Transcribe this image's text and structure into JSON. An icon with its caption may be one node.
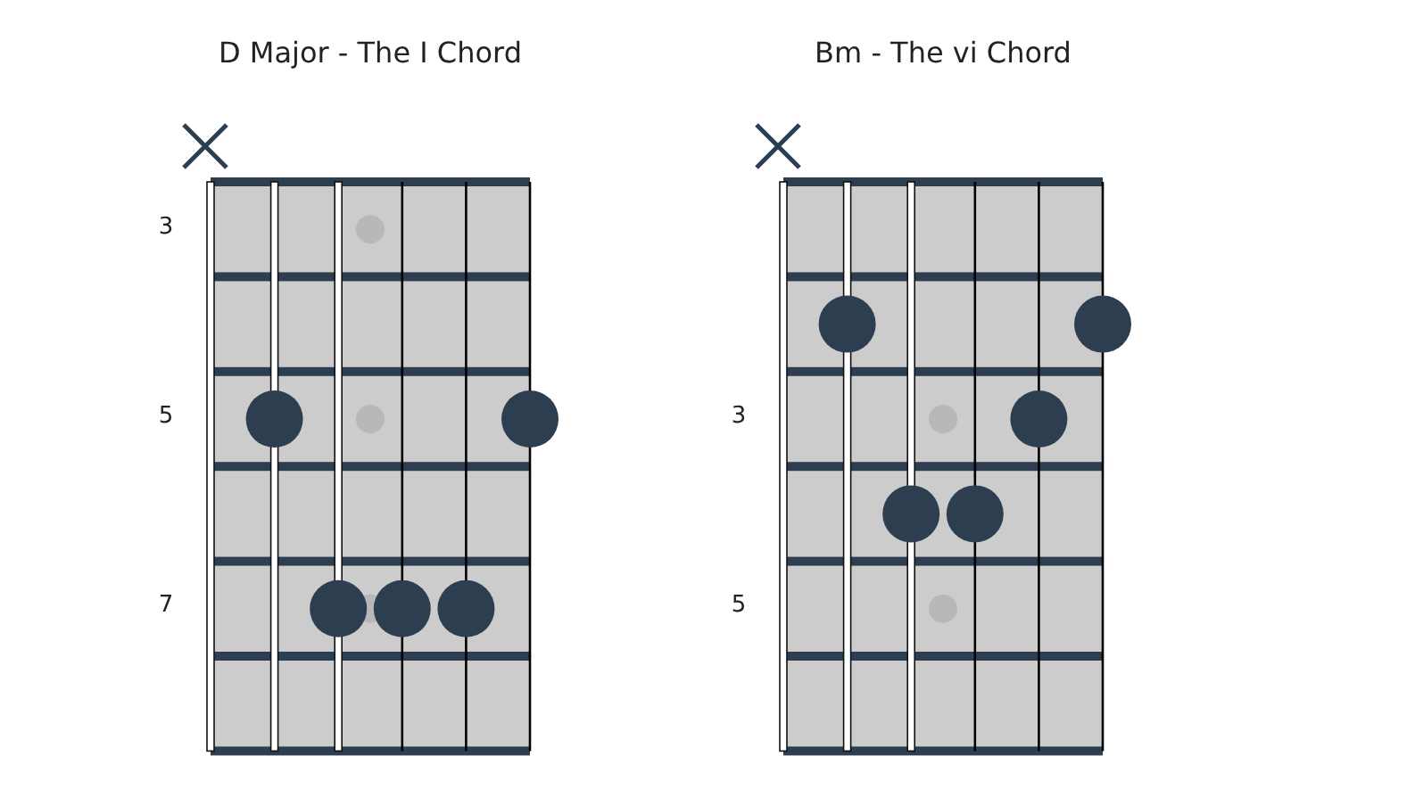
{
  "diagram": {
    "labels": [
      "D Major - The I Chord",
      "Bm - The vi Chord",
      "3",
      "5",
      "7",
      "3",
      "5"
    ]
  }
}
